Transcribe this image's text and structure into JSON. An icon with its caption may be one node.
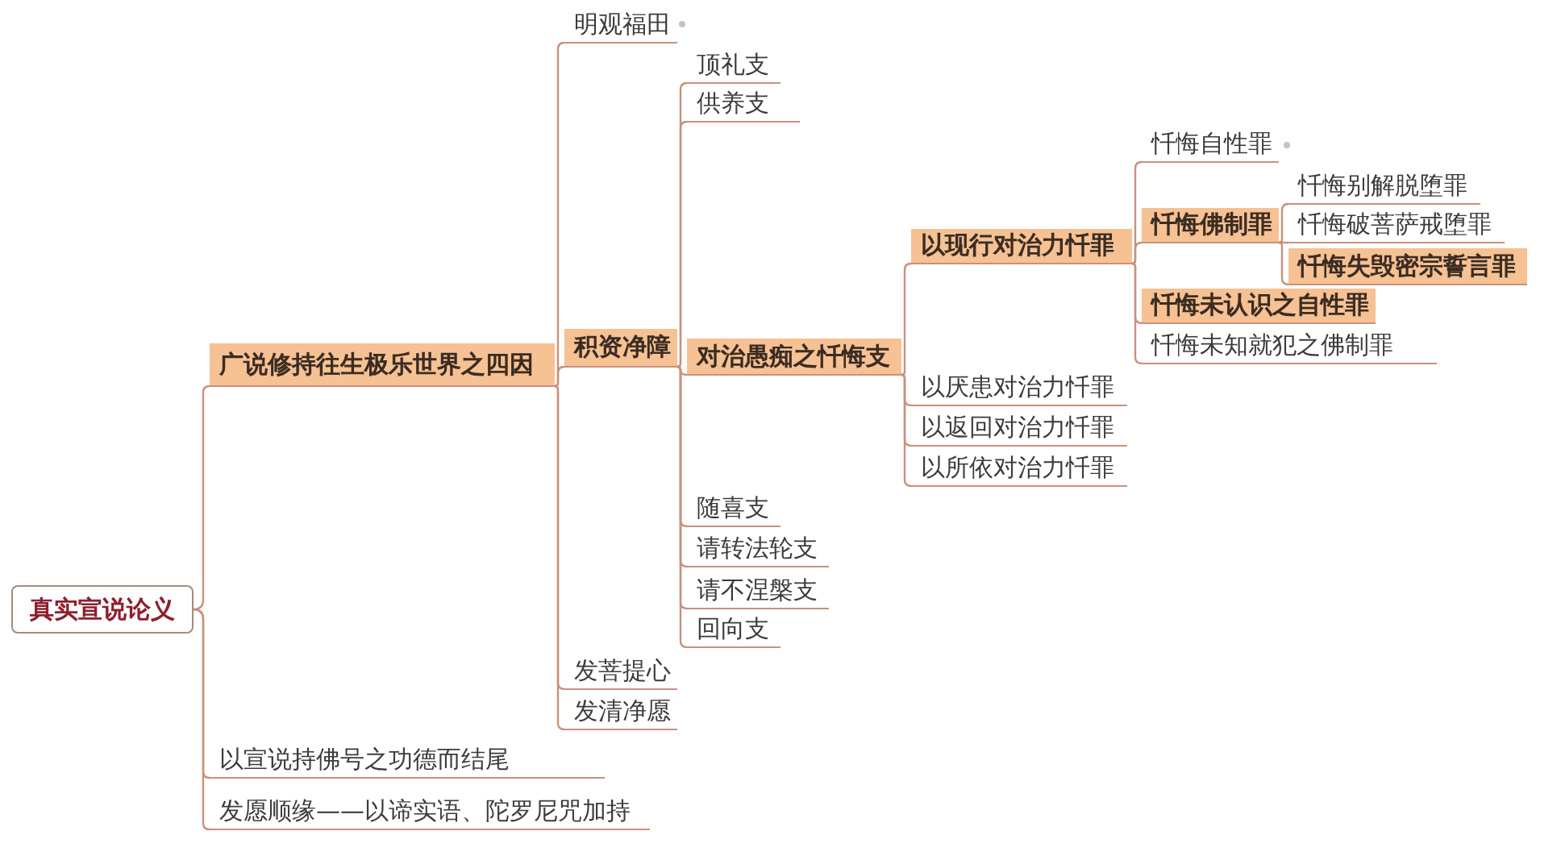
{
  "diagram": {
    "nodes": [
      {
        "text": [
          "真实宣说论义"
        ]
      },
      {
        "text": [
          "广说修持往生极乐世界之四因"
        ]
      },
      {
        "text": [
          "明观福田"
        ]
      },
      {
        "text": [
          "积资净障"
        ]
      },
      {
        "text": [
          "顶礼支"
        ]
      },
      {
        "text": [
          "供养支"
        ]
      },
      {
        "text": [
          "对治愚痴之忏悔支"
        ]
      },
      {
        "text": [
          "以现行对治力忏罪"
        ]
      },
      {
        "text": [
          "忏悔自性罪"
        ]
      },
      {
        "text": [
          "忏悔佛制罪"
        ]
      },
      {
        "text": [
          "忏悔别解脱堕罪"
        ]
      },
      {
        "text": [
          "忏悔破菩萨戒堕罪"
        ]
      },
      {
        "text": [
          "忏悔失毁密宗誓言罪"
        ]
      },
      {
        "text": [
          "忏悔未认识之自性罪"
        ]
      },
      {
        "text": [
          "忏悔未知就犯之佛制罪"
        ]
      },
      {
        "text": [
          "以厌患对治力忏罪"
        ]
      },
      {
        "text": [
          "以返回对治力忏罪"
        ]
      },
      {
        "text": [
          "以所依对治力忏罪"
        ]
      },
      {
        "text": [
          "随喜支"
        ]
      },
      {
        "text": [
          "请转法轮支"
        ]
      },
      {
        "text": [
          "请不涅槃支"
        ]
      },
      {
        "text": [
          "回向支"
        ]
      },
      {
        "text": [
          "发菩提心"
        ]
      },
      {
        "text": [
          "发清净愿"
        ]
      },
      {
        "text": [
          "以宣说持佛号之功德而结尾"
        ]
      },
      {
        "text": [
          "发愿顺缘——以谛实语、陀罗尼咒加持"
        ]
      }
    ],
    "edges": [
      {
        "from": 0,
        "to": 1,
        "arrow": "none"
      },
      {
        "from": 1,
        "to": 2,
        "arrow": "none"
      },
      {
        "from": 1,
        "to": 3,
        "arrow": "none"
      },
      {
        "from": 3,
        "to": 4,
        "arrow": "none"
      },
      {
        "from": 3,
        "to": 5,
        "arrow": "none"
      },
      {
        "from": 3,
        "to": 6,
        "arrow": "none"
      },
      {
        "from": 6,
        "to": 7,
        "arrow": "none"
      },
      {
        "from": 7,
        "to": 8,
        "arrow": "none"
      },
      {
        "from": 7,
        "to": 9,
        "arrow": "none"
      },
      {
        "from": 9,
        "to": 10,
        "arrow": "none"
      },
      {
        "from": 9,
        "to": 11,
        "arrow": "none"
      },
      {
        "from": 9,
        "to": 12,
        "arrow": "none"
      },
      {
        "from": 7,
        "to": 13,
        "arrow": "none"
      },
      {
        "from": 7,
        "to": 14,
        "arrow": "none"
      },
      {
        "from": 6,
        "to": 15,
        "arrow": "none"
      },
      {
        "from": 6,
        "to": 16,
        "arrow": "none"
      },
      {
        "from": 6,
        "to": 17,
        "arrow": "none"
      },
      {
        "from": 3,
        "to": 18,
        "arrow": "none"
      },
      {
        "from": 3,
        "to": 19,
        "arrow": "none"
      },
      {
        "from": 3,
        "to": 20,
        "arrow": "none"
      },
      {
        "from": 3,
        "to": 21,
        "arrow": "none"
      },
      {
        "from": 1,
        "to": 22,
        "arrow": "none"
      },
      {
        "from": 1,
        "to": 23,
        "arrow": "none"
      },
      {
        "from": 0,
        "to": 24,
        "arrow": "none"
      },
      {
        "from": 0,
        "to": 25,
        "arrow": "none"
      }
    ]
  }
}
